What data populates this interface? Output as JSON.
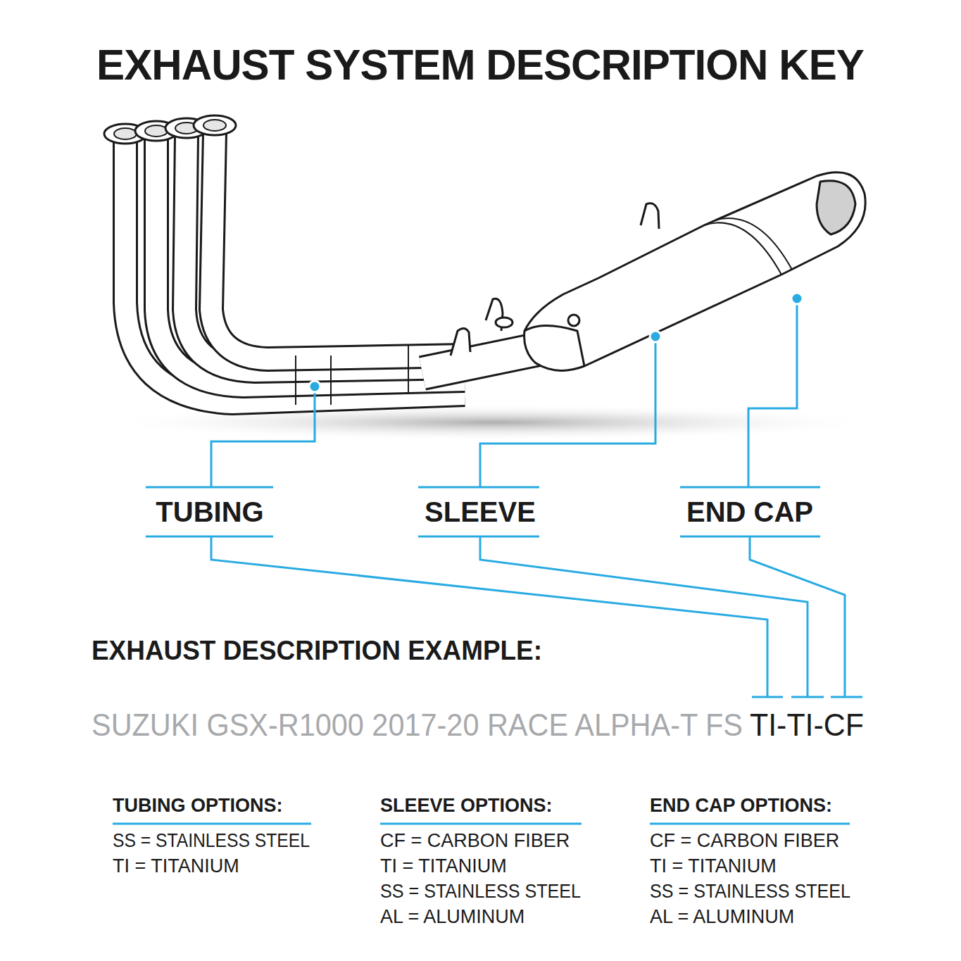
{
  "diagram": {
    "title": "EXHAUST SYSTEM DESCRIPTION KEY",
    "labels": [
      "TUBING",
      "SLEEVE",
      "END CAP",
      "EXHAUST DESCRIPTION EXAMPLE:",
      "SUZUKI GSX-R1000 2017-20 RACE ALPHA-T FS",
      "TI-TI-CF",
      "TUBING OPTIONS:",
      "SS = STAINLESS STEEL",
      "TI = TITANIUM",
      "SLEEVE OPTIONS:",
      "CF = CARBON FIBER",
      "TI = TITANIUM",
      "SS = STAINLESS STEEL",
      "AL = ALUMINUM",
      "END CAP OPTIONS:",
      "CF = CARBON FIBER",
      "TI = TITANIUM",
      "SS = STAINLESS STEEL",
      "AL = ALUMINUM"
    ]
  }
}
